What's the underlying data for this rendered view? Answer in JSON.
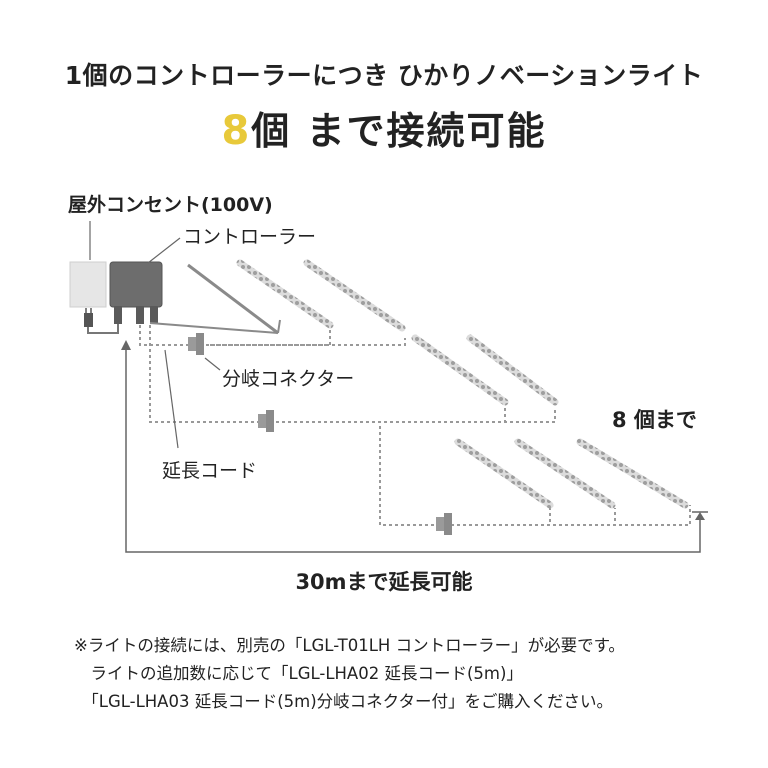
{
  "header": {
    "line1": "1個のコントローラーにつき ひかりノベーションライト",
    "count_number": "8",
    "count_unit": "個",
    "line2_rest": " まで接続可能"
  },
  "diagram": {
    "outlet_label": "屋外コンセント(100V)",
    "controller_label": "コントローラー",
    "branch_connector_label": "分岐コネクター",
    "extension_cord_label": "延長コード",
    "max_lights_label": "8 個まで",
    "max_length_label": "30mまで延長可能"
  },
  "notes": [
    "※ライトの接続には、別売の「LGL-T01LH コントローラー」が必要です。",
    "　ライトの追加数に応じて「LGL-LHA02 延長コード(5m)」",
    "　「LGL-LHA03 延長コード(5m)分岐コネクター付」をご購入ください。"
  ],
  "colors": {
    "highlight": "#e8c93a",
    "line": "#999999",
    "controller": "#6d6d6d",
    "outlet": "#e6e6e6",
    "light": "#bdbdbd"
  }
}
